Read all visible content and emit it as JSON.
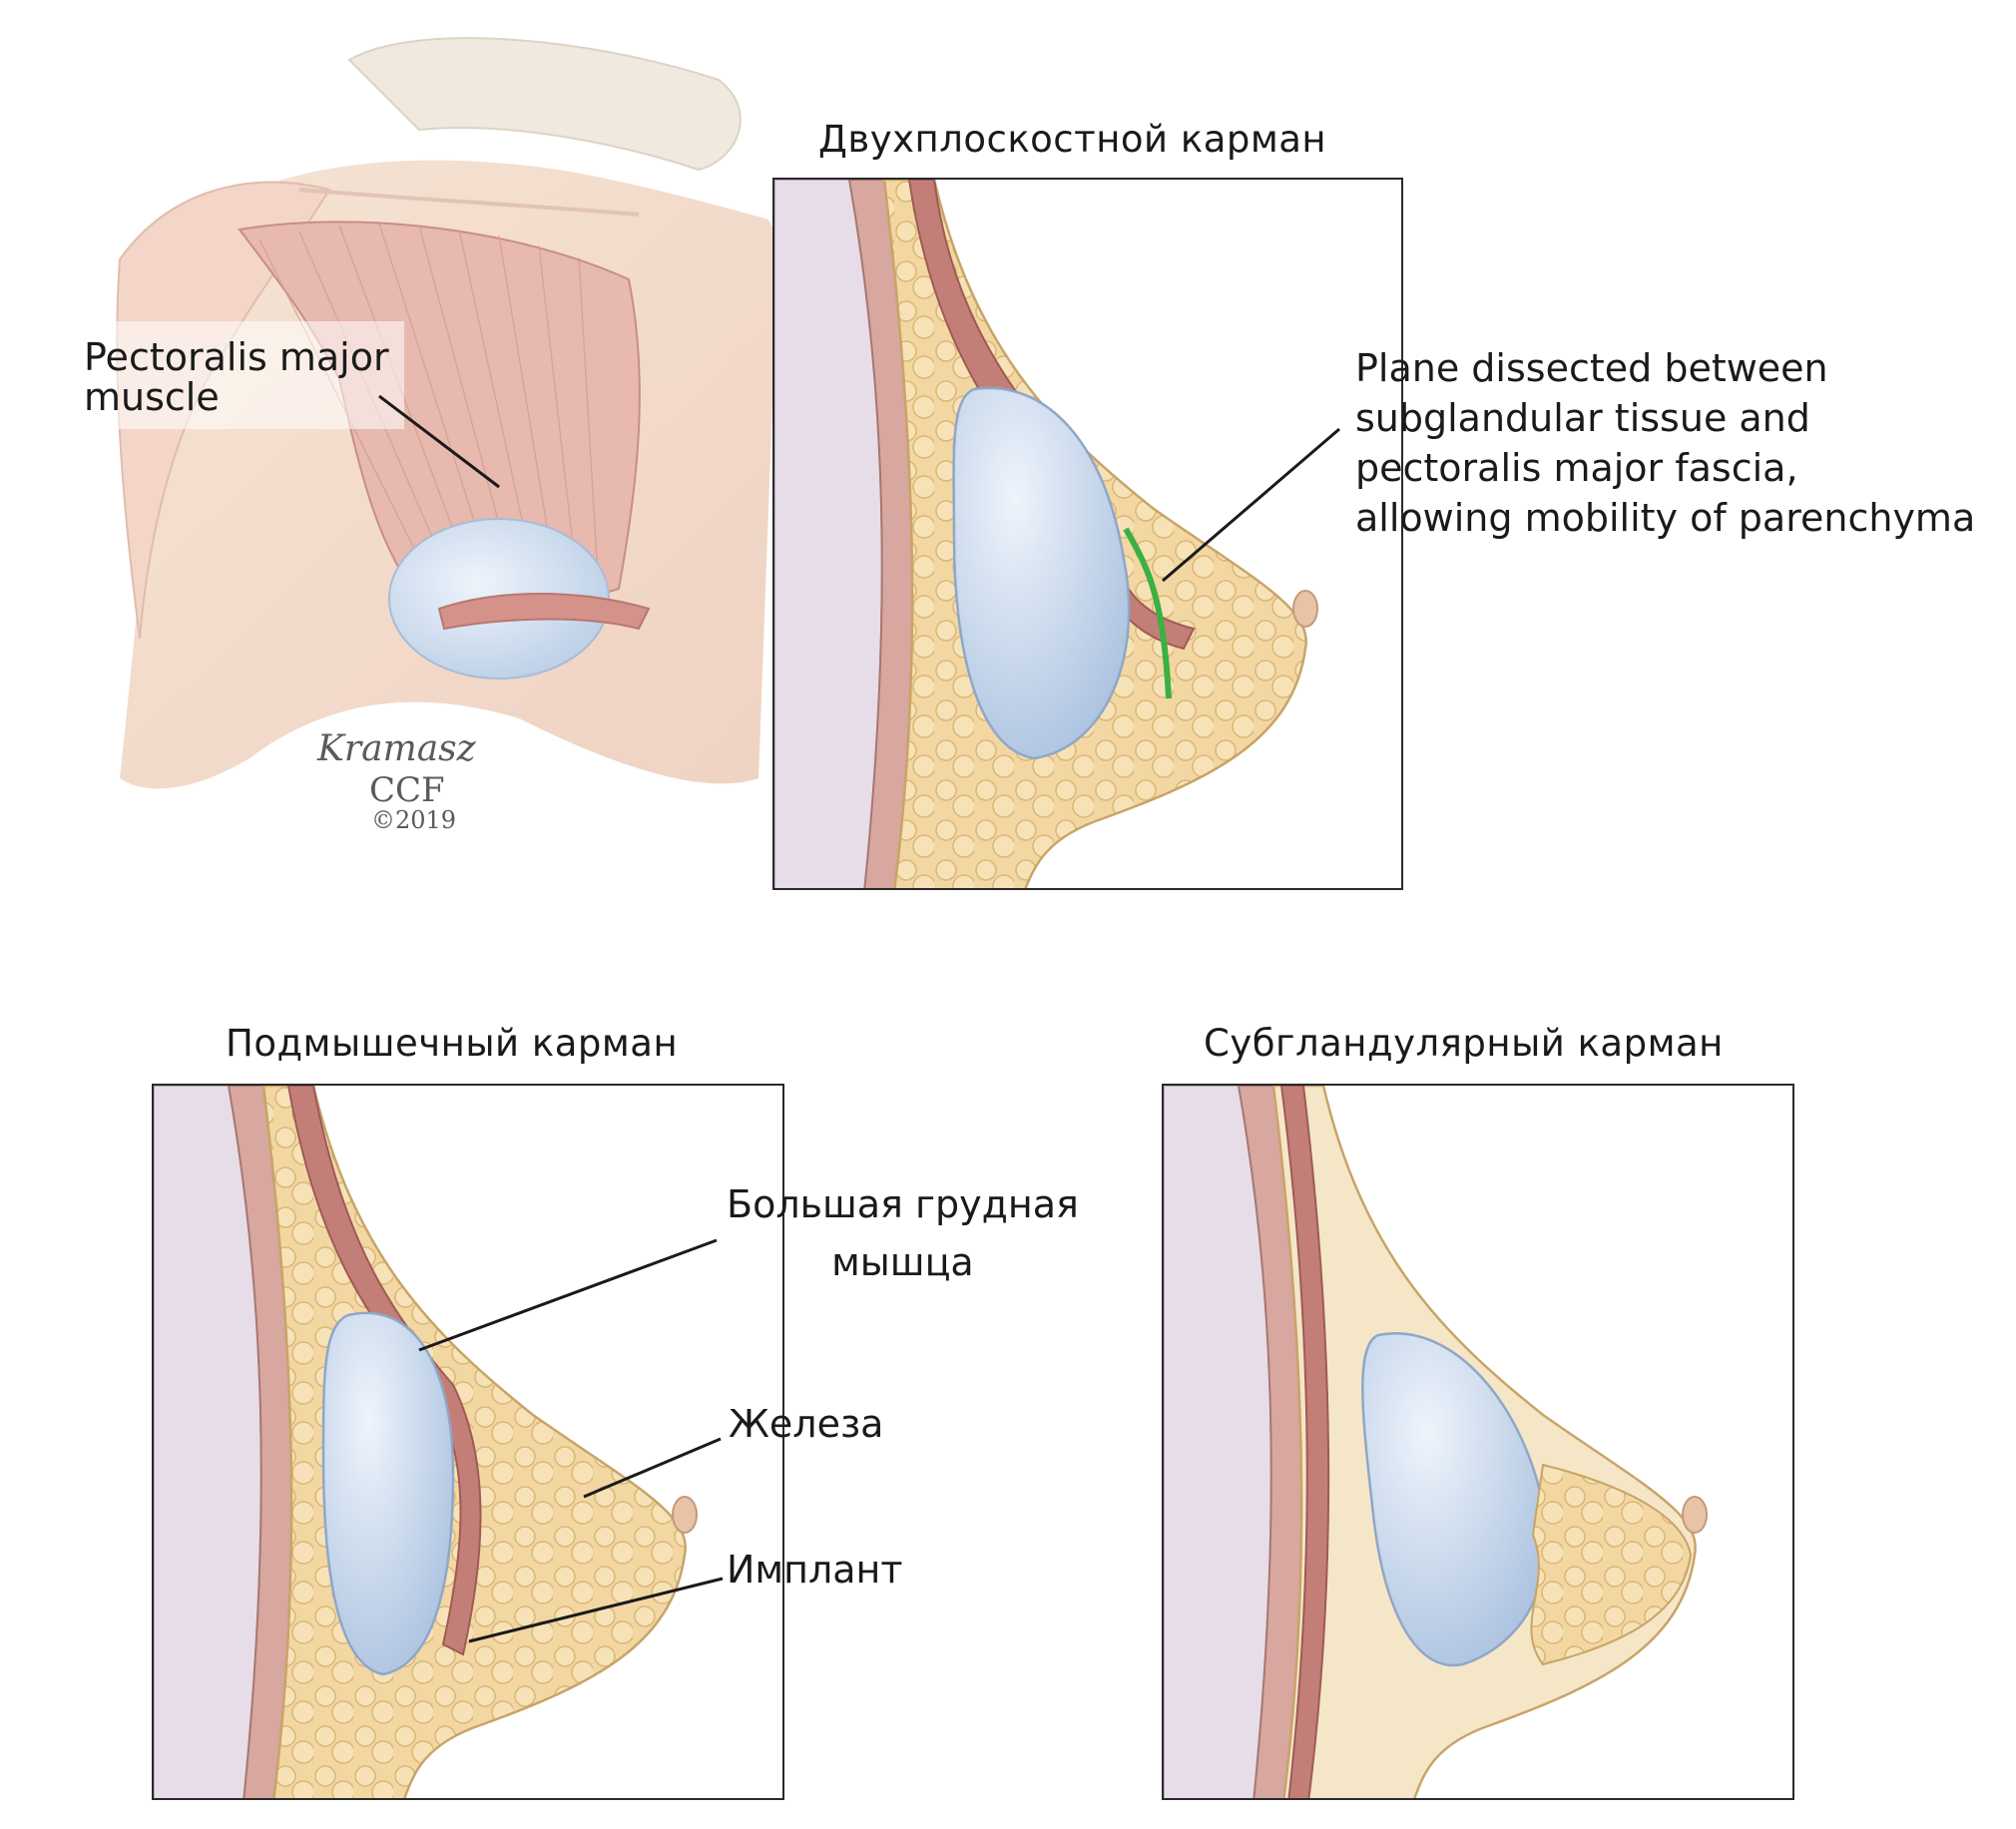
{
  "overview": {
    "label": "Pectoralis major\nmuscle",
    "signature": {
      "artist": "Kramasz",
      "org": "CCF",
      "copyright": "©2019"
    }
  },
  "panels": {
    "dual_plane": {
      "title": "Двухплоскостной карман",
      "annotation": "Plane dissected between\nsubglandular tissue and\npectoralis major fascia,\nallowing mobility of parenchyma",
      "highlight_color": "#3cb043"
    },
    "submuscular": {
      "title": "Подмышечный карман",
      "labels": {
        "muscle": "Большая грудная\nмышца",
        "gland": "Железа",
        "implant": "Имплант"
      }
    },
    "subglandular": {
      "title": "Субгландулярный карман"
    }
  },
  "colors": {
    "skin": "#f1dcc6",
    "muscle": "#b56a64",
    "fat": "#f2d8a4",
    "implant": "#c9d9ec",
    "chest_wall": "#e4dbe6"
  }
}
